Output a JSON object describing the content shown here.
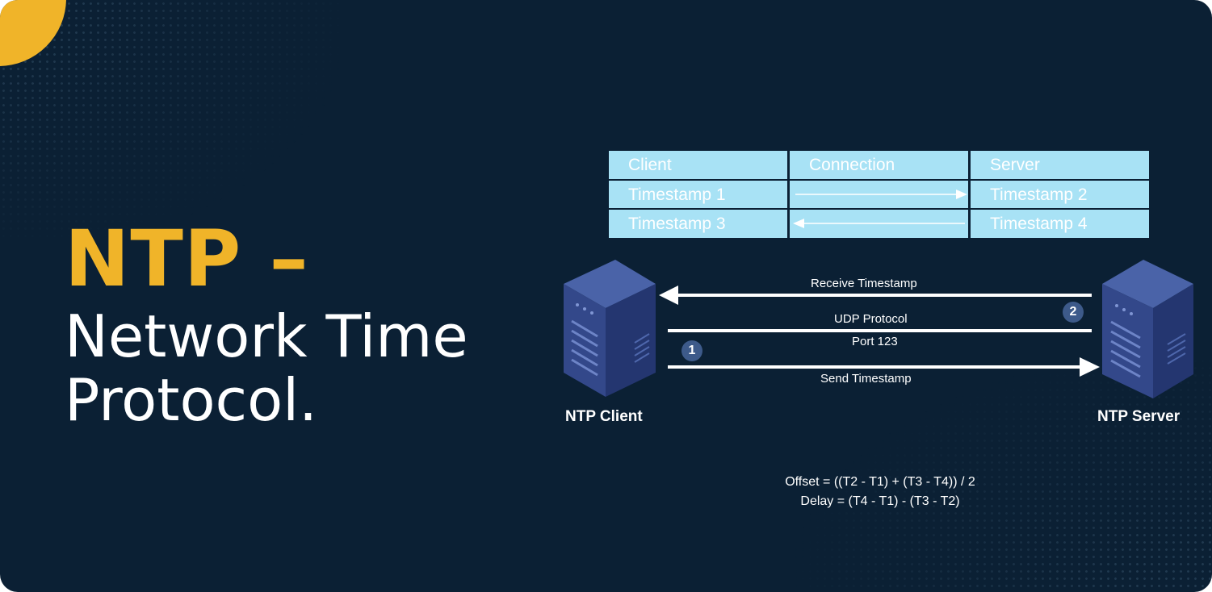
{
  "title": {
    "line1": "NTP –",
    "line2": "Network Time",
    "line3": "Protocol."
  },
  "table": {
    "headers": [
      "Client",
      "Connection",
      "Server"
    ],
    "rows": [
      {
        "client": "Timestamp 1",
        "server": "Timestamp 2"
      },
      {
        "client": "Timestamp 3",
        "server": "Timestamp 4"
      }
    ]
  },
  "diagram": {
    "client_label": "NTP Client",
    "server_label": "NTP Server",
    "receive_label": "Receive Timestamp",
    "udp_label": "UDP Protocol",
    "port_label": "Port 123",
    "send_label": "Send Timestamp",
    "step1": "1",
    "step2": "2"
  },
  "formulas": {
    "offset": "Offset = ((T2 - T1) + (T3 - T4)) / 2",
    "delay": "Delay = (T4 - T1) - (T3 - T2)"
  },
  "colors": {
    "background": "#0b2034",
    "accent": "#f0b429",
    "table_fill": "#a8e2f5",
    "server_body": "#2c3f7a"
  }
}
